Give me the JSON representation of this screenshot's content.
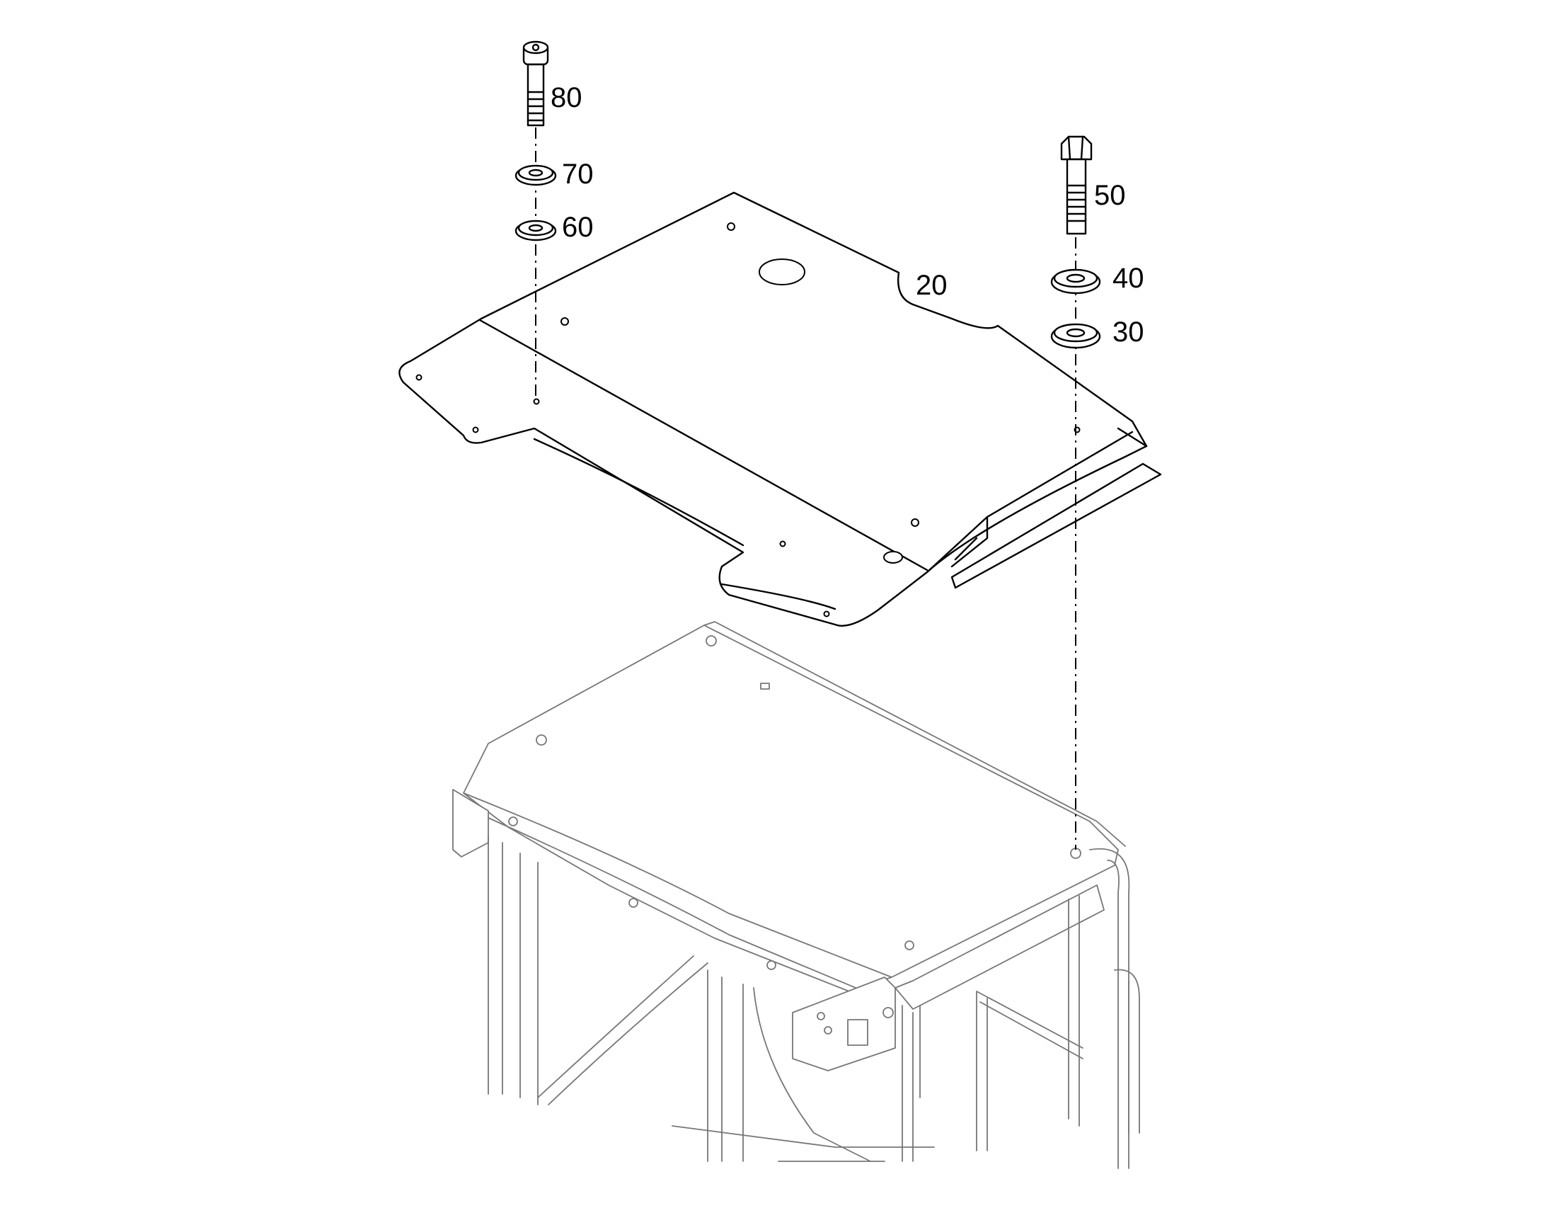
{
  "diagram": {
    "callouts": [
      {
        "id": "p80",
        "label": "80"
      },
      {
        "id": "p70",
        "label": "70"
      },
      {
        "id": "p60",
        "label": "60"
      },
      {
        "id": "p50",
        "label": "50"
      },
      {
        "id": "p40",
        "label": "40"
      },
      {
        "id": "p30",
        "label": "30"
      },
      {
        "id": "p20",
        "label": "20"
      }
    ]
  }
}
